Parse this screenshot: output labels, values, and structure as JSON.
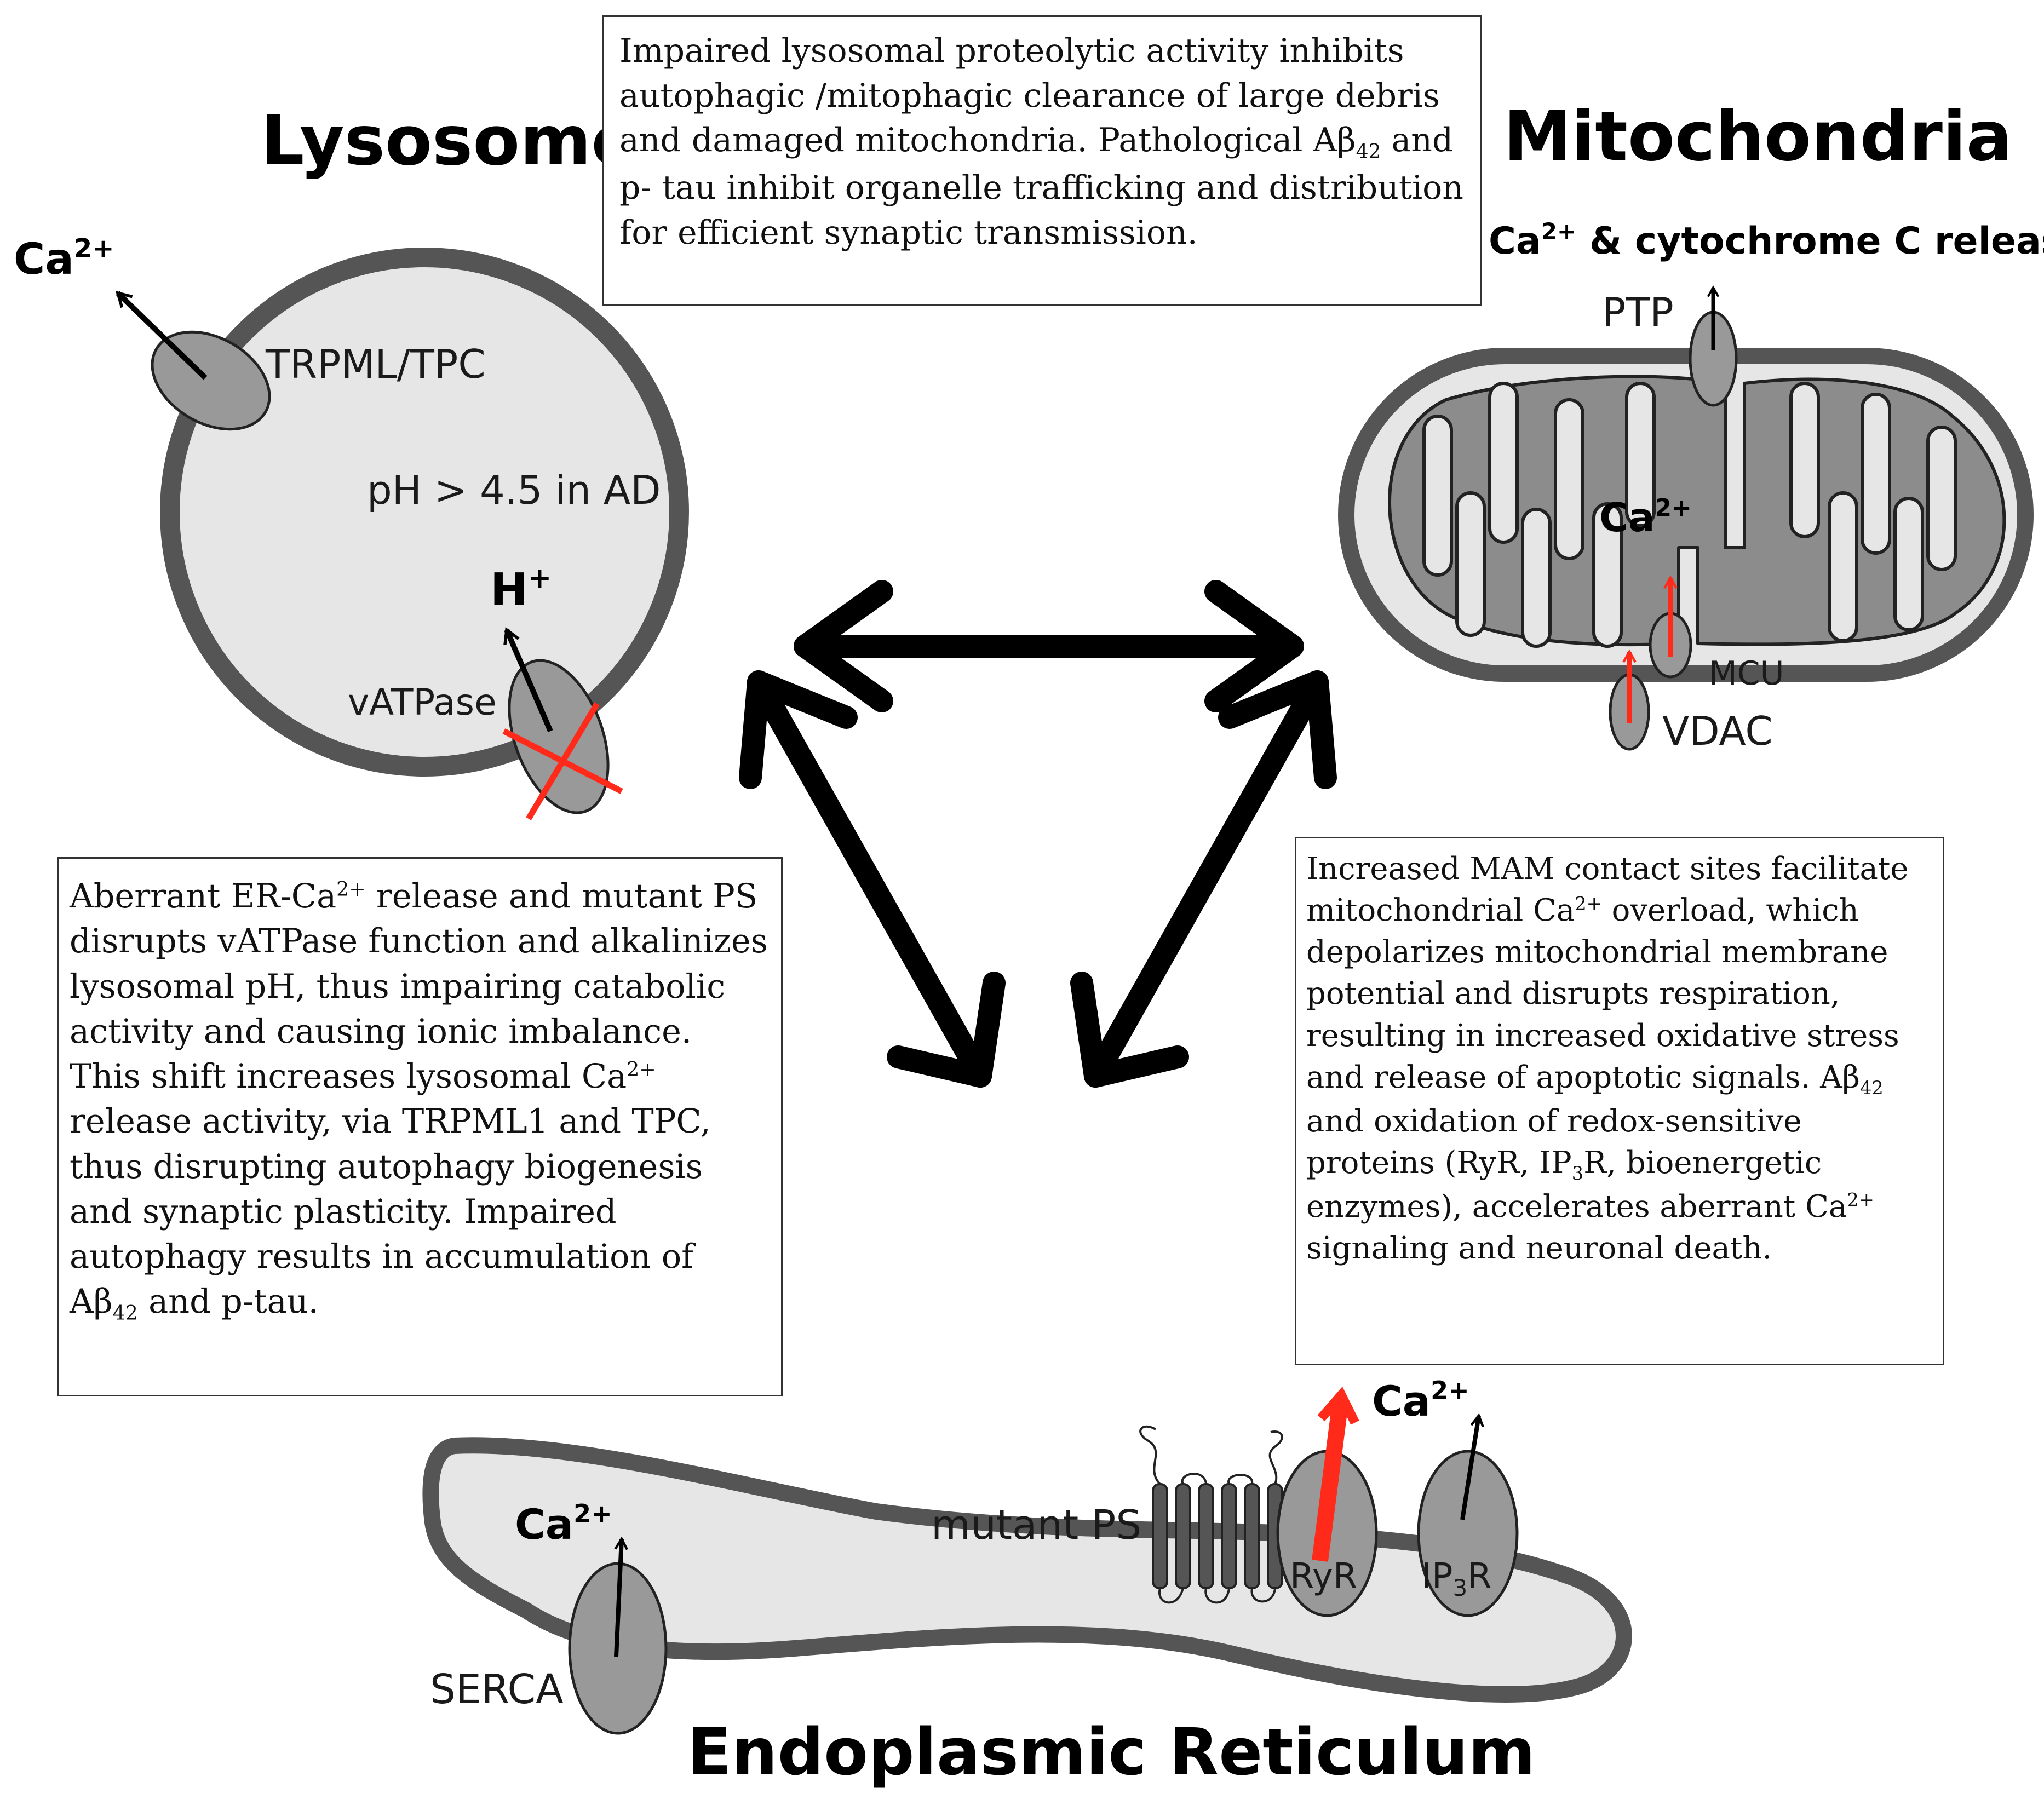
{
  "titles": {
    "lysosome": "Lysosome",
    "mitochondria": "Mitochondria",
    "er": "Endoplasmic Reticulum"
  },
  "lysosome": {
    "ca_label": "Ca",
    "ca_charge": "2+",
    "channel_label": "TRPML/TPC",
    "ph_label": "pH > 4.5 in AD",
    "h_label": "H",
    "h_charge": "+",
    "pump_label": "vATPase"
  },
  "mitochondria": {
    "release_ca": "Ca",
    "release_charge": "2+",
    "release_text": " & cytochrome C release",
    "ptp_label": "PTP",
    "matrix_ca": "Ca",
    "matrix_charge": "2+",
    "mcu_label": "MCU",
    "vdac_label": "VDAC"
  },
  "er": {
    "serca_ca": "Ca",
    "serca_charge": "2+",
    "serca_label": "SERCA",
    "ps_label": "mutant PS",
    "ryr_label": "RyR",
    "ip3r_label_a": "IP",
    "ip3r_sub": "3",
    "ip3r_label_b": "R",
    "release_ca": "Ca",
    "release_charge": "2+"
  },
  "boxes": {
    "top": {
      "p1": "Impaired lysosomal proteolytic activity inhibits autophagic /mitophagic clearance of large debris and damaged mitochondria. Pathological Aβ",
      "p1_sub": "42",
      "p2": " and p- tau inhibit organelle trafficking and distribution for efficient synaptic transmission."
    },
    "left": {
      "a": "Aberrant ER-Ca",
      "a_sup": "2+",
      "b": " release and mutant PS disrupts vATPase function and alkalinizes lysosomal pH, thus impairing catabolic activity and causing ionic imbalance. This shift increases lysosomal Ca",
      "b_sup": "2+",
      "c": " release activity, via TRPML1 and TPC, thus disrupting autophagy biogenesis and synaptic plasticity. Impaired autophagy results in accumulation of Aβ",
      "c_sub": "42",
      "d": " and p-tau."
    },
    "right": {
      "a": "Increased MAM contact sites facilitate mitochondrial Ca",
      "a_sup": "2+",
      "b": " overload, which depolarizes mitochondrial membrane potential and disrupts respiration, resulting in increased oxidative stress and release of apoptotic signals. Aβ",
      "b_sub": "42",
      "c": " and oxidation of redox-sensitive proteins (RyR, IP",
      "c_sub": "3",
      "d": "R, bioenergetic enzymes), accelerates aberrant Ca",
      "d_sup": "2+",
      "e": " signaling and neuronal death."
    }
  },
  "colors": {
    "membrane": "#555555",
    "lumen": "#e6e6e6",
    "protein": "#999999",
    "matrix": "#8c8c8c",
    "inhibit": "#ff2a1a",
    "arrow": "#000000"
  }
}
